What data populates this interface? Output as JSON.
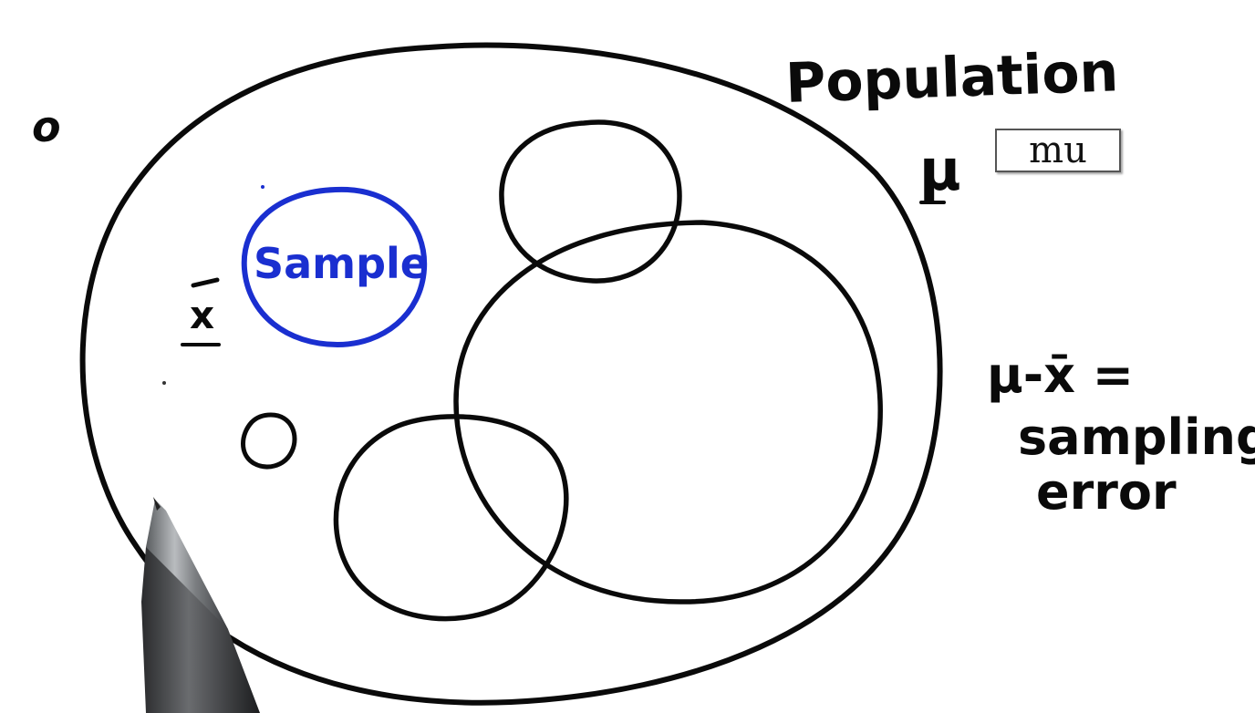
{
  "labels": {
    "population": "Population",
    "mu_symbol": "μ",
    "mu_box": "mu",
    "sample": "Sample",
    "xbar": "x",
    "error_formula": "μ-x̄ =",
    "sampling": "sampling",
    "error": "error",
    "stray_mark": "o"
  },
  "colors": {
    "ink": "#0a0a0a",
    "sample_ink": "#1a2fd0",
    "background": "#ffffff"
  },
  "icons": {
    "pen": "pen-tip-icon"
  }
}
